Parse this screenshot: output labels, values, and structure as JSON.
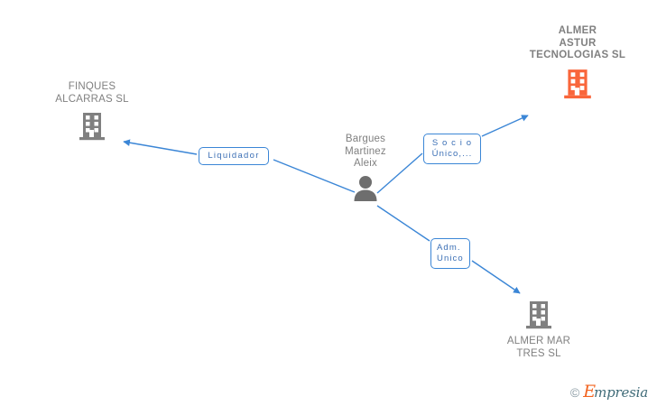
{
  "diagram": {
    "type": "corporate-relationship-graph",
    "background_color": "#ffffff",
    "edge_color": "#3b86d6",
    "person_color": "#6e6e6e",
    "company_color": "#808080",
    "highlight_company_color": "#f9663b",
    "nodes": [
      {
        "id": "finques-alcarras",
        "kind": "company",
        "label": "FINQUES\nALCARRAS SL",
        "icon": "building-icon",
        "highlighted": false,
        "label_position": "above"
      },
      {
        "id": "almer-astur",
        "kind": "company",
        "label": "ALMER\nASTUR\nTECNOLOGIAS SL",
        "icon": "building-icon",
        "highlighted": true,
        "label_position": "above"
      },
      {
        "id": "bargues-martinez-aleix",
        "kind": "person",
        "label": "Bargues\nMartinez\nAleix",
        "icon": "person-icon",
        "highlighted": false,
        "label_position": "above"
      },
      {
        "id": "almer-mar-tres",
        "kind": "company",
        "label": "ALMER MAR\nTRES SL",
        "icon": "building-icon",
        "highlighted": false,
        "label_position": "below"
      }
    ],
    "edges": [
      {
        "id": "edge-liquidador",
        "from": "bargues-martinez-aleix",
        "to": "finques-alcarras",
        "label": "Liquidador",
        "direction": "to-target"
      },
      {
        "id": "edge-socio-unico",
        "from": "bargues-martinez-aleix",
        "to": "almer-astur",
        "label": "S o c i o\nÚnico,...",
        "label_plain": "Socio Único,...",
        "direction": "to-target"
      },
      {
        "id": "edge-adm-unico",
        "from": "bargues-martinez-aleix",
        "to": "almer-mar-tres",
        "label": "Adm.\nUnico",
        "direction": "to-target"
      }
    ]
  },
  "footer": {
    "copyright_symbol": "©",
    "brand_initial": "E",
    "brand_rest": "mpresia",
    "brand_full": "© Empresia"
  }
}
